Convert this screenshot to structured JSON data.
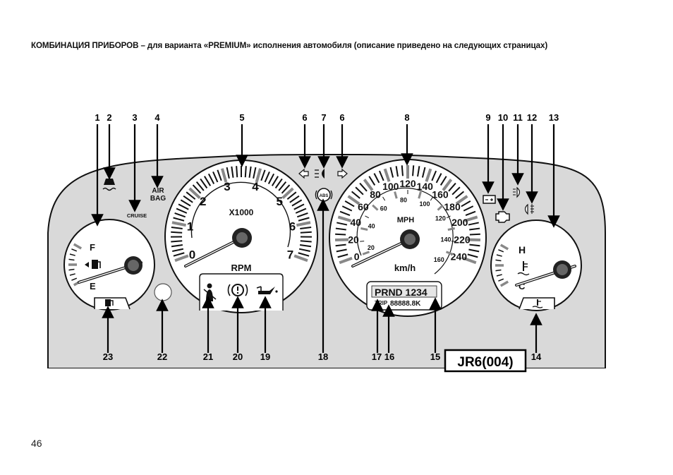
{
  "heading": "КОМБИНАЦИЯ ПРИБОРОВ – для варианта «PREMIUM» исполнения автомобиля (описание приведено на следующих страницах)",
  "page_number": "46",
  "figure_code": "JR6(004)",
  "tachometer": {
    "ticks": [
      "0",
      "1",
      "2",
      "3",
      "4",
      "5",
      "6",
      "7"
    ],
    "multiplier": "X1000",
    "unit": "RPM"
  },
  "speedometer": {
    "outer_ticks": [
      "0",
      "20",
      "40",
      "60",
      "80",
      "100",
      "120",
      "140",
      "160",
      "180",
      "200",
      "220",
      "240"
    ],
    "inner_ticks": [
      "20",
      "40",
      "60",
      "80",
      "100",
      "120",
      "140",
      "160"
    ],
    "inner_unit": "MPH",
    "outer_unit": "km/h"
  },
  "fuel_gauge": {
    "full": "F",
    "empty": "E"
  },
  "temp_gauge": {
    "hot": "H",
    "cold": "C"
  },
  "labels": {
    "cruise": "CRUISE",
    "airbag_1": "AIR",
    "airbag_2": "BAG"
  },
  "display": {
    "gear": "PRND 1234",
    "trip_label": "TRIP",
    "odometer": "88888.8K"
  },
  "callouts": {
    "c1": "1",
    "c2": "2",
    "c3": "3",
    "c4": "4",
    "c5": "5",
    "c6a": "6",
    "c7": "7",
    "c6b": "6",
    "c8": "8",
    "c9": "9",
    "c10": "10",
    "c11": "11",
    "c12": "12",
    "c13": "13",
    "c14": "14",
    "c15": "15",
    "c16": "16",
    "c17": "17",
    "c18": "18",
    "c19": "19",
    "c20": "20",
    "c21": "21",
    "c22": "22",
    "c23": "23"
  }
}
